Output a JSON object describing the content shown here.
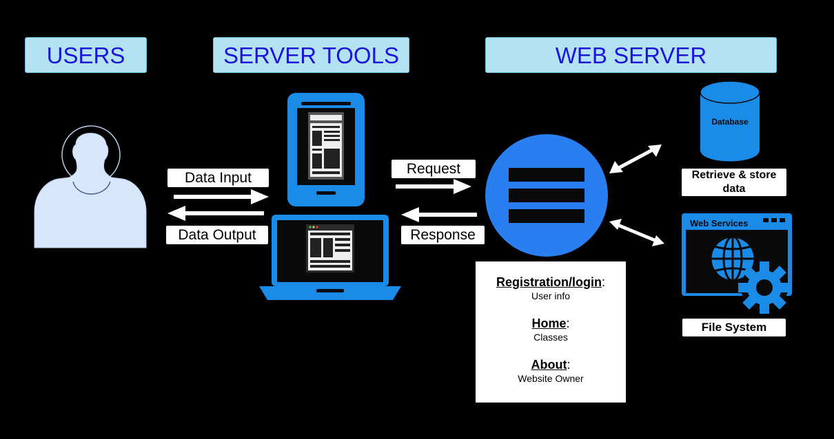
{
  "headers": {
    "users": "USERS",
    "server_tools": "SERVER TOOLS",
    "web_server": "WEB SERVER"
  },
  "arrows": {
    "data_input": "Data Input",
    "data_output": "Data Output",
    "request": "Request",
    "response": "Response"
  },
  "resources": {
    "database": "Database",
    "database_caption": "Retrieve & store data",
    "web_services": "Web Services",
    "file_system": "File System"
  },
  "pages": [
    {
      "title": "Registration/login",
      "suffix": ":",
      "detail": "User info"
    },
    {
      "title": "Home",
      "suffix": ":",
      "detail": "Classes"
    },
    {
      "title": "About",
      "suffix": ":",
      "detail": "Website Owner"
    }
  ],
  "colors": {
    "background": "#000000",
    "header_fill": "#b3e2f3",
    "header_text": "#1c14d9",
    "device_blue": "#1a8be6",
    "server_blue": "#2a7ff0",
    "user_fill": "#d7e6fb"
  }
}
